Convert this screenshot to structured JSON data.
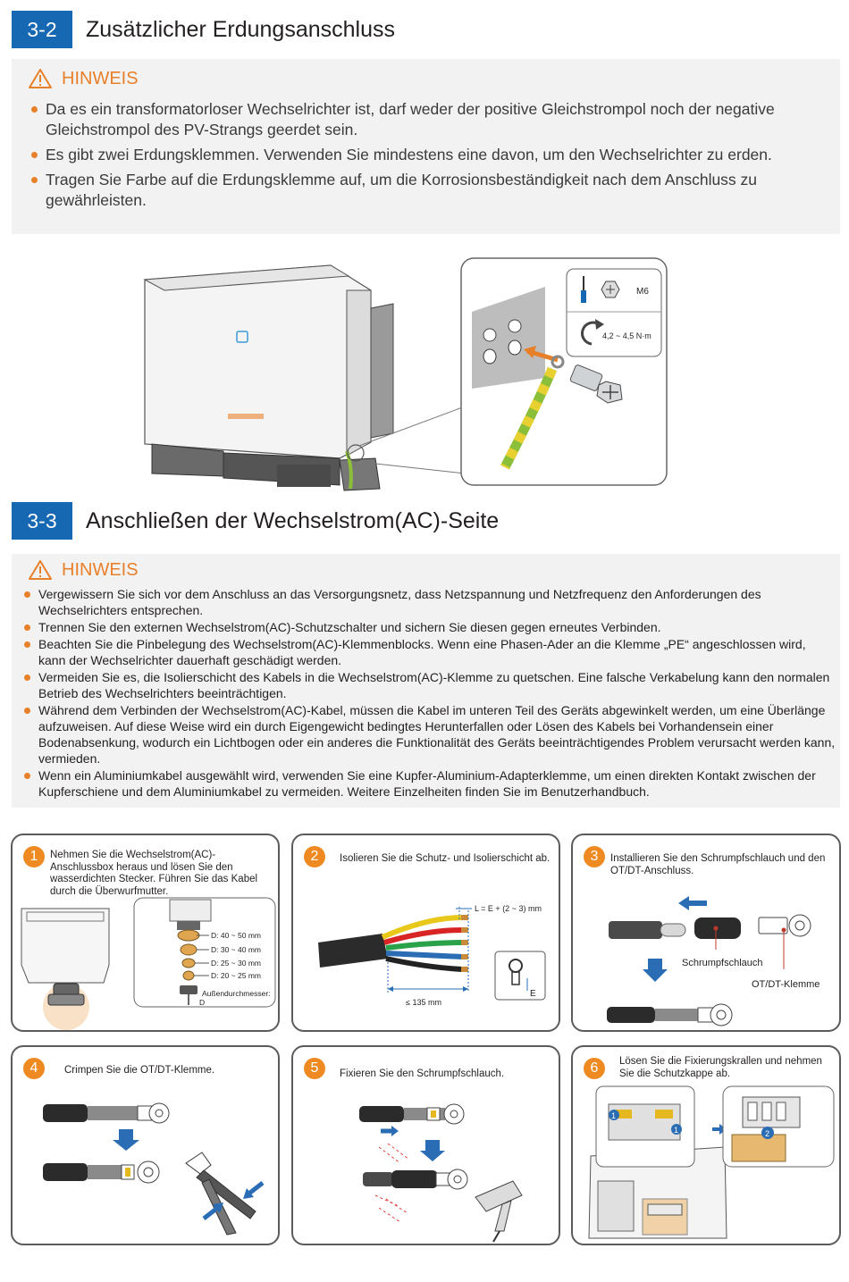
{
  "section_3_2": {
    "number": "3-2",
    "title": "Zusätzlicher Erdungsanschluss",
    "notice_title": "HINWEIS",
    "items": [
      "Da es ein transformatorloser Wechselrichter ist, darf weder der positive Gleichstrompol noch der negative Gleichstrompol des PV-Strangs geerdet sein.",
      "Es gibt zwei Erdungsklemmen. Verwenden Sie mindestens eine davon, um den Wechselrichter zu erden.",
      "Tragen Sie Farbe auf die Erdungsklemme auf, um die Korrosionsbeständigkeit nach dem Anschluss zu gewährleisten."
    ],
    "figure": {
      "bolt_label": "M6",
      "torque_label": "4,2 ~ 4,5 N·m"
    }
  },
  "section_3_3": {
    "number": "3-3",
    "title": "Anschließen der Wechselstrom(AC)-Seite",
    "notice_title": "HINWEIS",
    "items": [
      "Vergewissern Sie sich vor dem Anschluss an das Versorgungsnetz, dass Netzspannung und Netzfrequenz den Anforderungen des Wechselrichters entsprechen.",
      "Trennen Sie den externen Wechselstrom(AC)-Schutzschalter und sichern Sie diesen gegen erneutes Verbinden.",
      "Beachten Sie die Pinbelegung des Wechselstrom(AC)-Klemmenblocks. Wenn eine Phasen-Ader an die Klemme „PE“ angeschlossen wird, kann der Wechselrichter dauerhaft geschädigt werden.",
      "Vermeiden Sie es, die Isolierschicht des Kabels in die Wechselstrom(AC)-Klemme zu quetschen. Eine falsche Verkabelung kann den normalen Betrieb des Wechselrichters beeinträchtigen.",
      "Während dem Verbinden der Wechselstrom(AC)-Kabel, müssen die Kabel im unteren Teil des Geräts abgewinkelt werden, um eine Überlänge aufzuweisen. Auf diese Weise wird ein durch Eigengewicht bedingtes Herunterfallen oder Lösen des Kabels bei Vorhandensein einer Bodenabsenkung, wodurch ein Lichtbogen oder ein anderes die Funktionalität des Geräts beeinträchtigendes Problem verursacht werden kann, vermieden.",
      "Wenn ein Aluminiumkabel ausgewählt wird, verwenden Sie eine Kupfer-Aluminium-Adapterklemme, um einen direkten Kontakt zwischen der Kupferschiene und dem Aluminiumkabel zu vermeiden. Weitere Einzelheiten finden Sie im Benutzerhandbuch."
    ]
  },
  "steps": [
    {
      "number": "1",
      "text": "Nehmen Sie die Wechselstrom(AC)-Anschlussbox heraus und lösen Sie den wasserdichten Stecker. Führen Sie das Kabel durch die Überwurfmutter.",
      "seal_labels": [
        "D: 40 ~ 50 mm",
        "D: 30 ~ 40 mm",
        "D: 25 ~ 30 mm",
        "D: 20 ~ 25 mm"
      ],
      "outer_label": "Außendurchmesser:",
      "outer_symbol": "D"
    },
    {
      "number": "2",
      "text": "Isolieren Sie die Schutz- und Isolierschicht ab.",
      "strip_label": "L = E + (2 ~ 3) mm",
      "length_label": "≤ 135 mm",
      "e_label": "E"
    },
    {
      "number": "3",
      "text": "Installieren Sie den Schrumpfschlauch und den OT/DT-Anschluss.",
      "tube_label": "Schrumpfschlauch",
      "terminal_label": "OT/DT-Klemme"
    },
    {
      "number": "4",
      "text": "Crimpen Sie die OT/DT-Klemme."
    },
    {
      "number": "5",
      "text": "Fixieren Sie den Schrumpfschlauch."
    },
    {
      "number": "6",
      "text": "Lösen Sie die Fixierungskrallen und nehmen Sie die Schutzkappe ab.",
      "marker_1": "1",
      "marker_2": "2"
    }
  ],
  "colors": {
    "accent_blue": "#1668b3",
    "accent_orange": "#e8802a",
    "notice_bg": "#f2f2f2",
    "arrow_blue": "#2a6db5"
  }
}
